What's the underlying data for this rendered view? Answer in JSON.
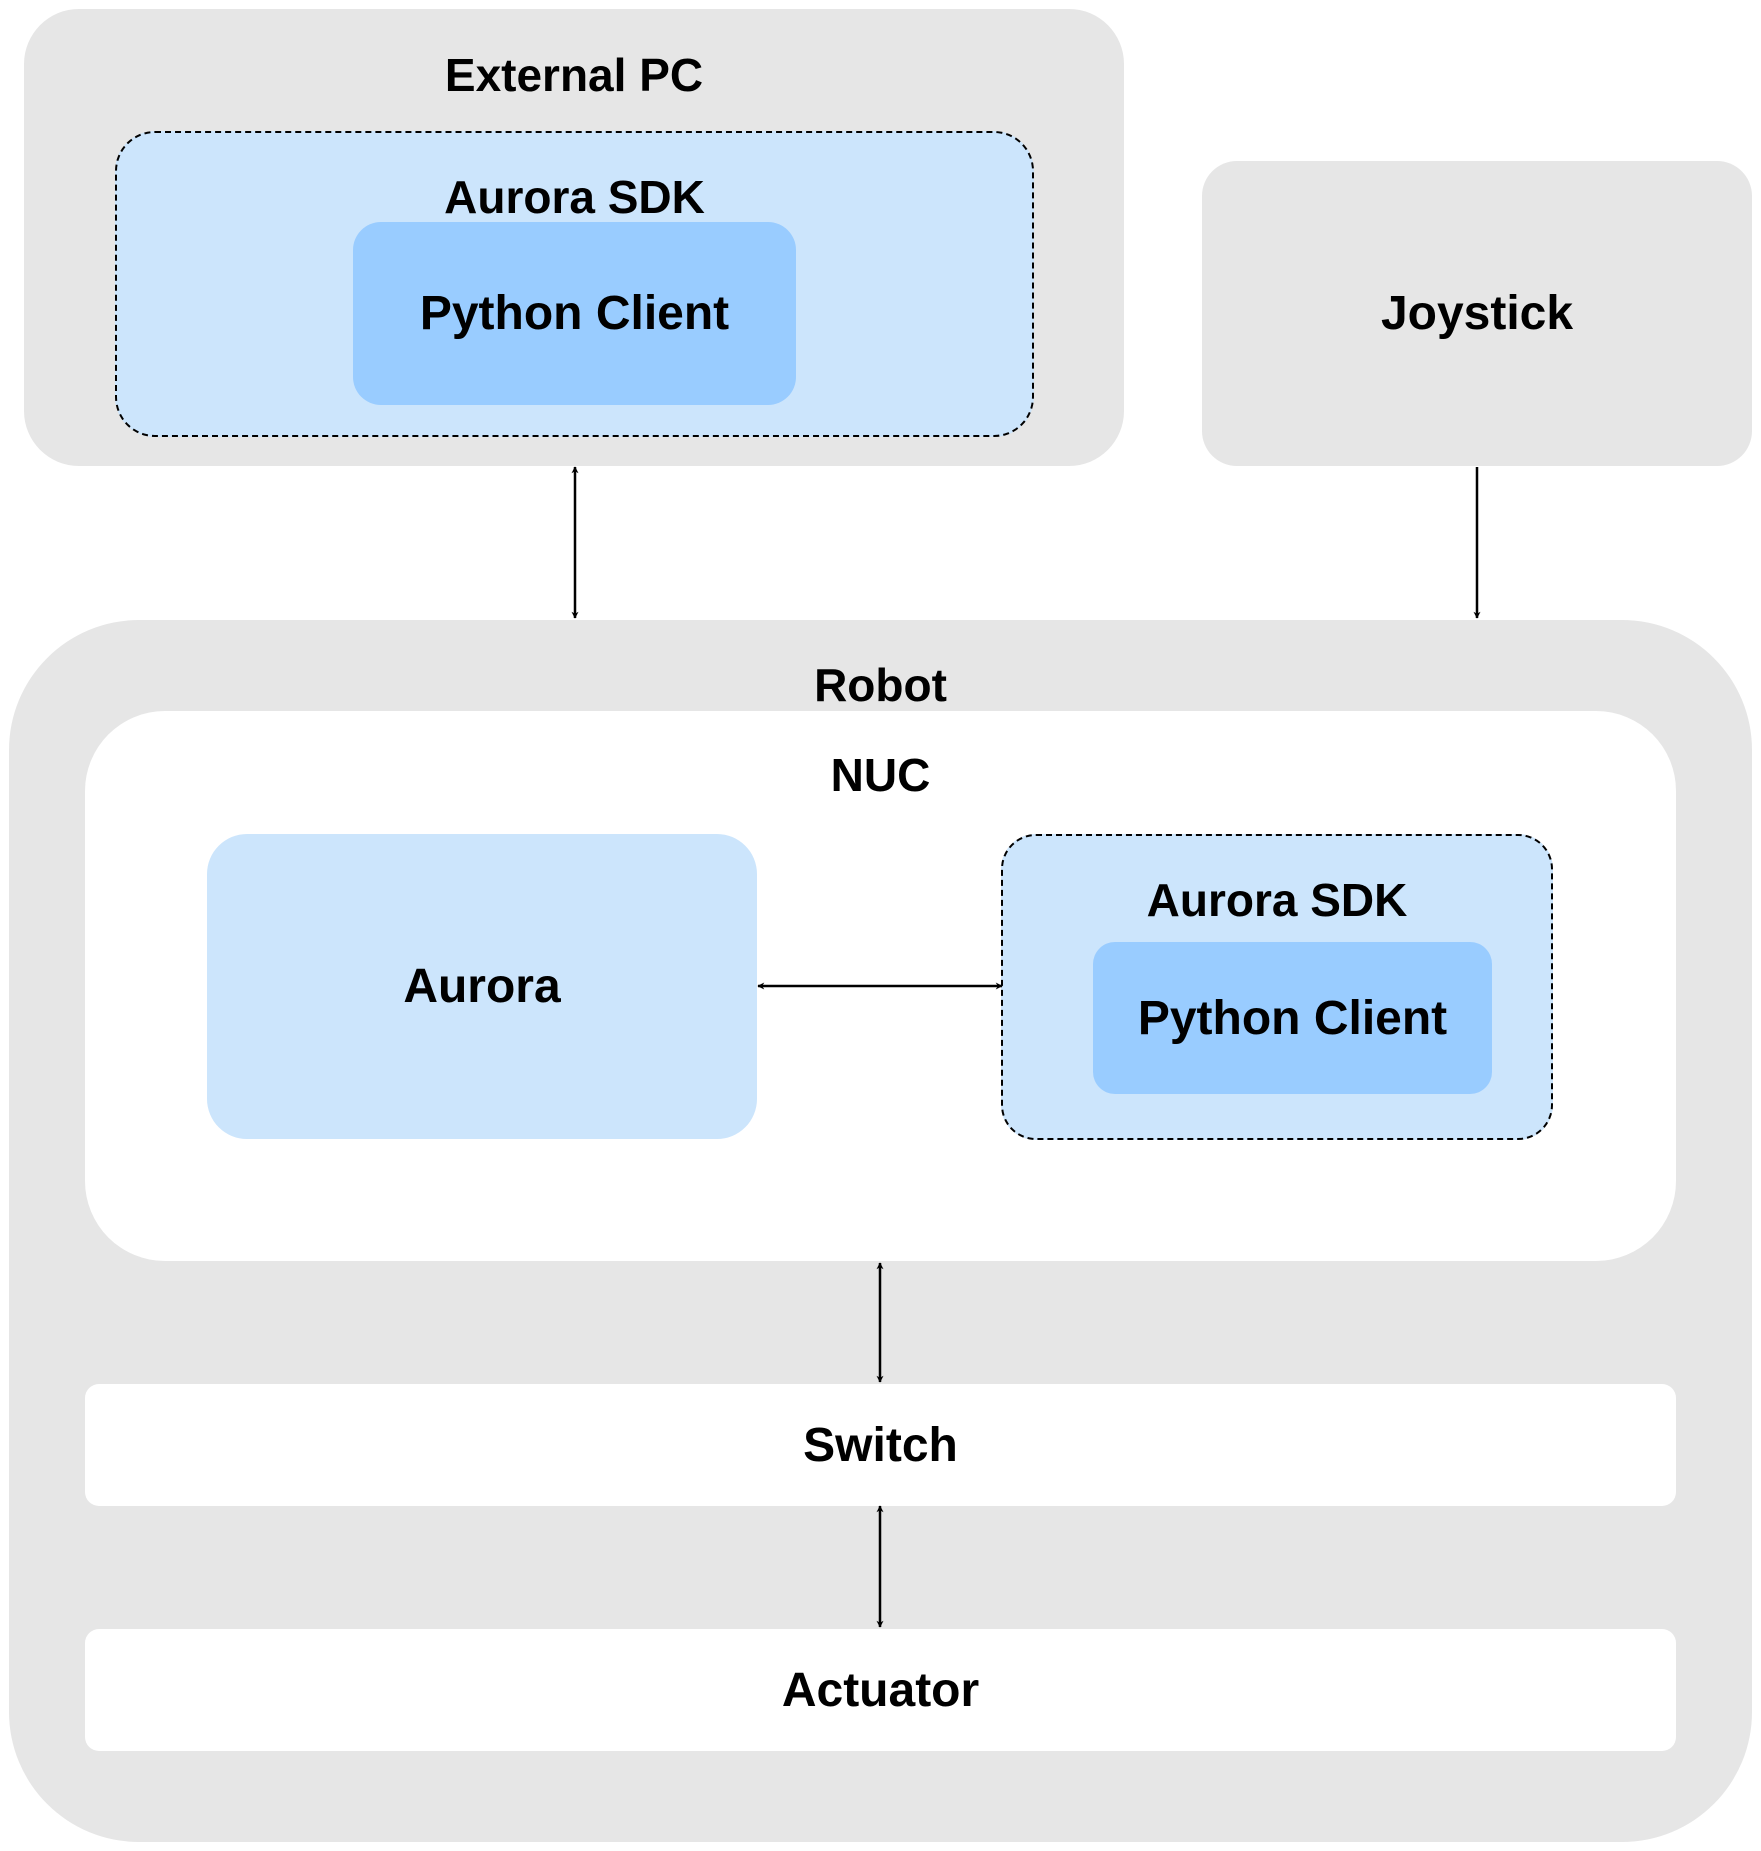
{
  "external_pc": {
    "title": "External PC",
    "sdk": {
      "title": "Aurora SDK",
      "client": "Python Client"
    }
  },
  "joystick": {
    "label": "Joystick"
  },
  "robot": {
    "title": "Robot",
    "nuc": {
      "title": "NUC",
      "aurora": "Aurora",
      "sdk": {
        "title": "Aurora SDK",
        "client": "Python Client"
      }
    },
    "switch": "Switch",
    "actuator": "Actuator"
  },
  "colors": {
    "container_gray": "#e6e6e6",
    "sdk_light_blue": "#cce5fc",
    "client_blue": "#99ccff",
    "inner_white": "#ffffff"
  },
  "connections": [
    {
      "from": "external_pc",
      "to": "robot",
      "direction": "bidirectional"
    },
    {
      "from": "joystick",
      "to": "robot",
      "direction": "one-way"
    },
    {
      "from": "aurora",
      "to": "nuc_aurora_sdk",
      "direction": "bidirectional"
    },
    {
      "from": "nuc",
      "to": "switch",
      "direction": "bidirectional"
    },
    {
      "from": "switch",
      "to": "actuator",
      "direction": "bidirectional"
    }
  ]
}
